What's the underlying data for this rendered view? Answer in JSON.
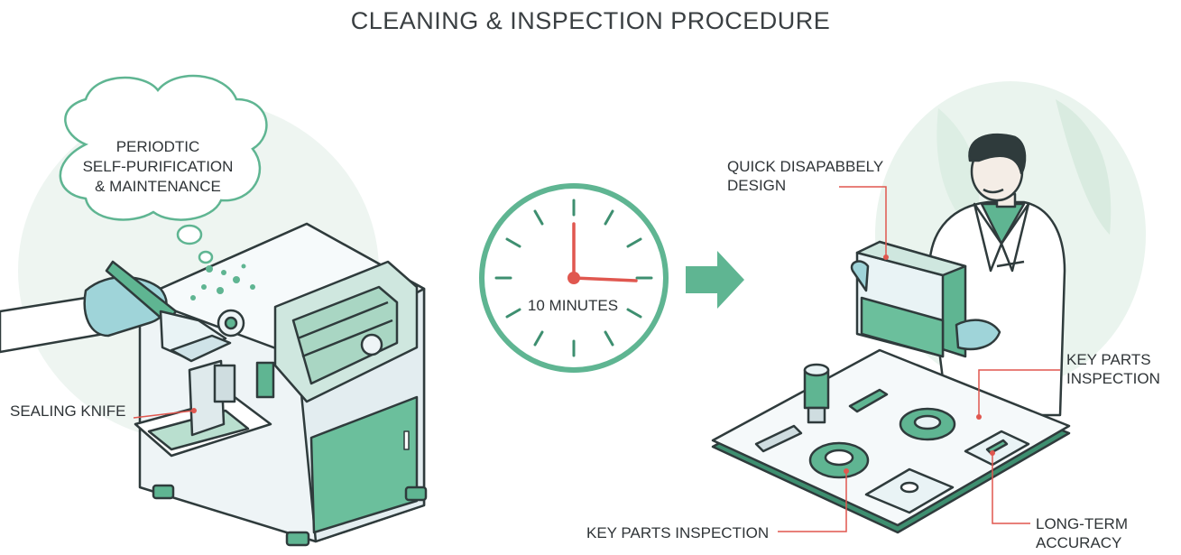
{
  "title": "CLEANING & INSPECTION PROCEDURE",
  "cloud": {
    "line1": "PERIODTIC",
    "line2": "SELF-PURIFICATION",
    "line3": "& MAINTENANCE"
  },
  "clock": {
    "label": "10 MINUTES"
  },
  "labels": {
    "sealing_knife": "SEALING KNIFE",
    "quick_design_1": "QUICK DISAPABBELY",
    "quick_design_2": "DESIGN",
    "key_parts_right_1": "KEY PARTS",
    "key_parts_right_2": "INSPECTION",
    "key_parts_bottom": "KEY PARTS INSPECTION",
    "long_term_1": "LONG-TERM",
    "long_term_2": "ACCURACY"
  },
  "colors": {
    "accent_green": "#5fb592",
    "dark_green": "#3e8f70",
    "callout_red": "#e0574f",
    "outline": "#2f3b3c",
    "machine_fill": "#eef4f6",
    "soft_bg": "#e7f2ec"
  }
}
